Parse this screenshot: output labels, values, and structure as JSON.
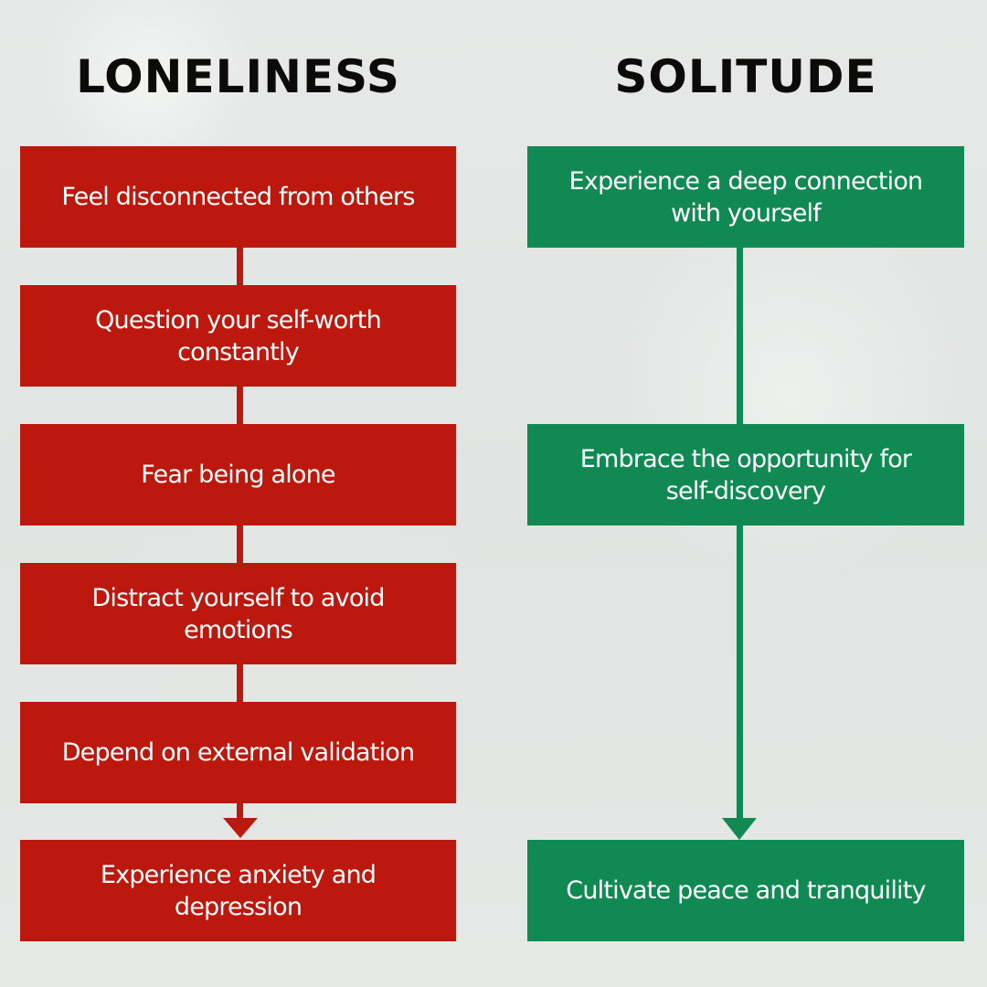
{
  "columns": {
    "loneliness": {
      "title": "LONELINESS",
      "color": "#bd180e",
      "steps": [
        "Feel disconnected from others",
        "Question your self-worth constantly",
        "Fear being alone",
        "Distract yourself to avoid emotions",
        "Depend on external validation",
        "Experience anxiety and depression"
      ]
    },
    "solitude": {
      "title": "SOLITUDE",
      "color": "#108a52",
      "steps": [
        "Experience a deep connection with yourself",
        "Embrace the opportunity for self-discovery",
        "Cultivate peace and tranquility"
      ]
    }
  }
}
